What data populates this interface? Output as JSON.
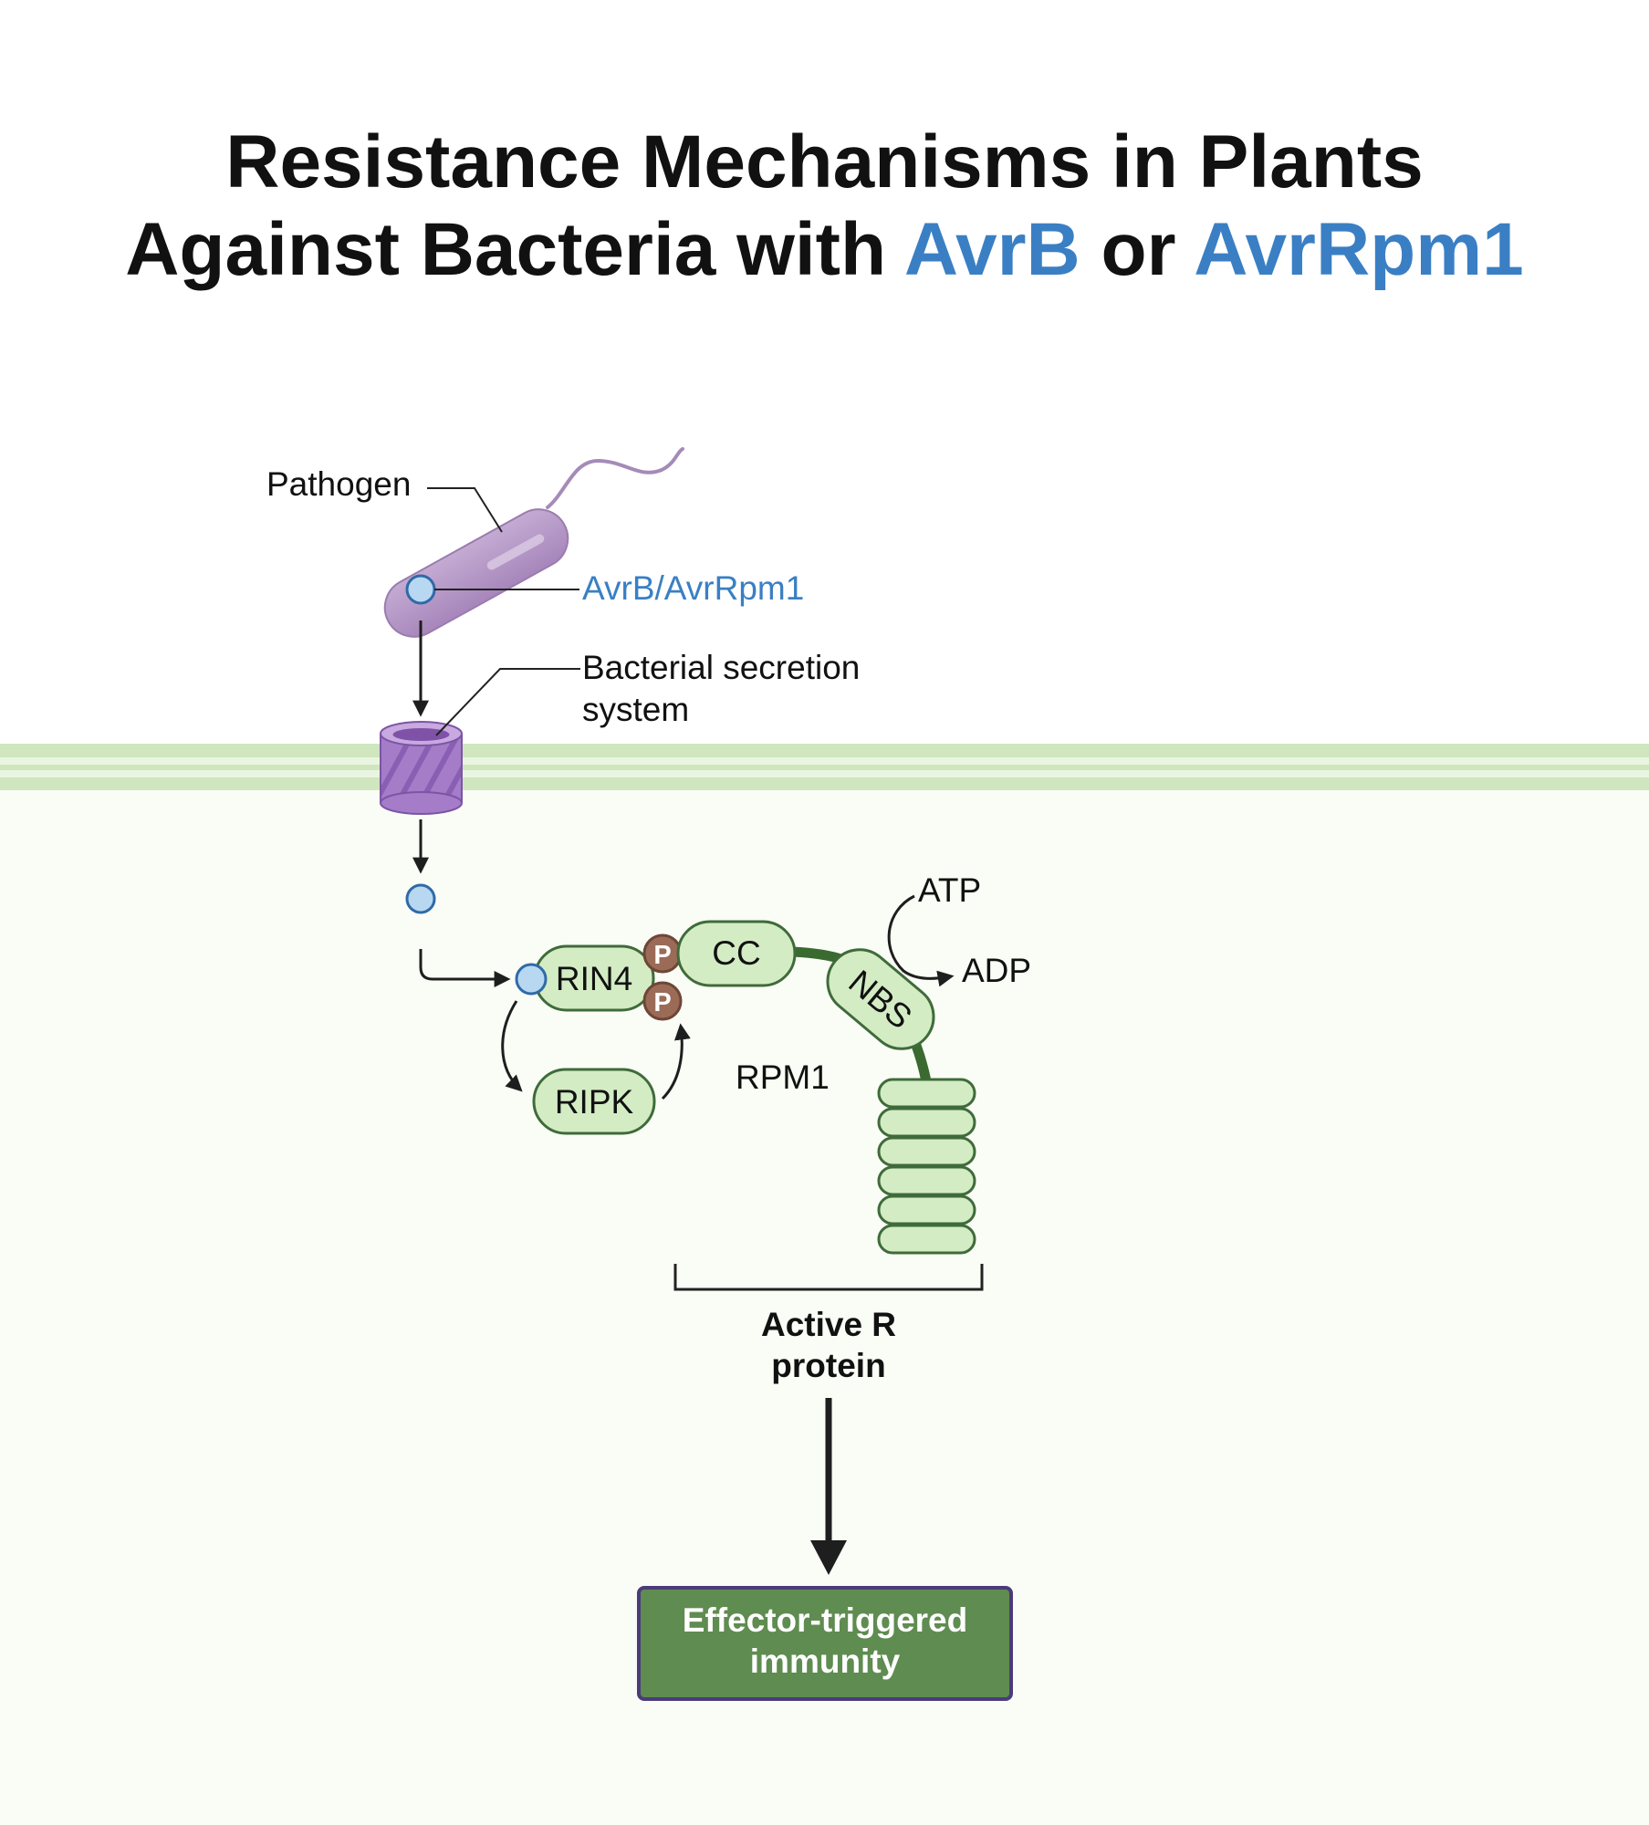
{
  "title": {
    "line1": "Resistance Mechanisms in Plants",
    "line2_prefix": "Against Bacteria with ",
    "line2_accent1": "AvrB",
    "line2_mid": " or ",
    "line2_accent2": "AvrRpm1"
  },
  "labels": {
    "pathogen": "Pathogen",
    "effector": "AvrB/AvrRpm1",
    "secretion_line1": "Bacterial secretion",
    "secretion_line2": "system",
    "rin4": "RIN4",
    "ripk": "RIPK",
    "phospho": "P",
    "cc": "CC",
    "nbs": "NBS",
    "rpm1": "RPM1",
    "atp": "ATP",
    "adp": "ADP",
    "active_r_line1": "Active R",
    "active_r_line2": "protein",
    "outcome_line1": "Effector-triggered",
    "outcome_line2": "immunity"
  },
  "colors": {
    "accent_blue": "#3a7fc4",
    "membrane_green": "#cfe6be",
    "cytoplasm_bg": "#fafcf6",
    "protein_fill": "#d3ecc4",
    "protein_stroke": "#3f6b3a",
    "phospho_fill": "#9b6b58",
    "bacterium_purple": "#b79ac8",
    "channel_purple": "#a57cc8",
    "outcome_fill": "#5f8c50",
    "outcome_border": "#4b3b7a"
  },
  "icons": [
    "bacterium-icon",
    "secretion-channel-icon",
    "effector-dot-icon",
    "phosphate-icon",
    "lrr-domain-icon"
  ]
}
